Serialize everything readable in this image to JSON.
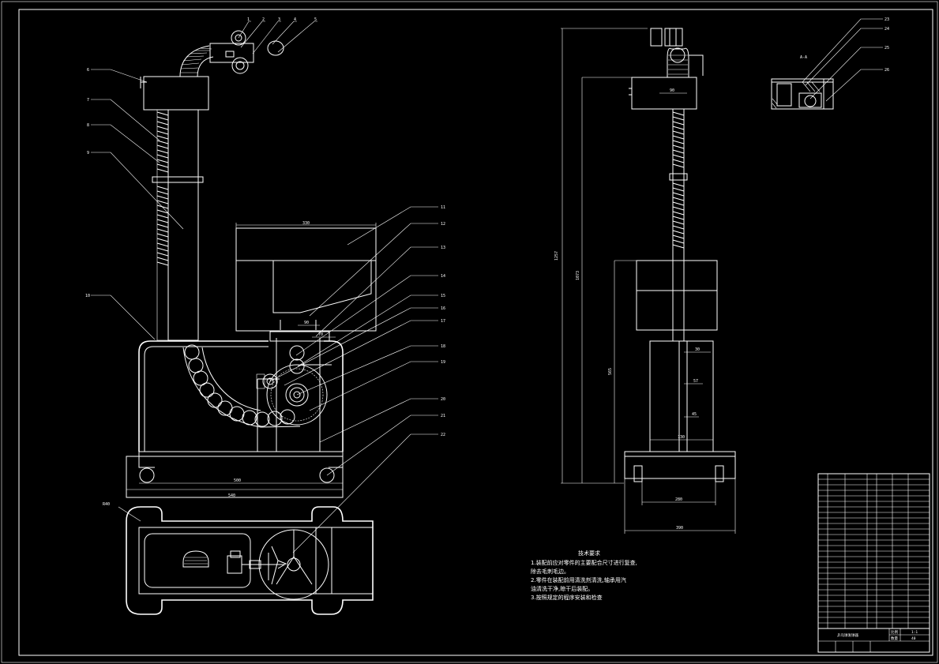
{
  "drawing": {
    "balloons": [
      "1",
      "2",
      "3",
      "4",
      "5",
      "6",
      "7",
      "8",
      "9",
      "10",
      "11",
      "12",
      "13",
      "14",
      "15",
      "16",
      "17",
      "18",
      "19",
      "20",
      "21",
      "22"
    ],
    "side_balloons": [
      "23",
      "24",
      "25",
      "26"
    ],
    "section_label": "A-A",
    "radius_label": "R40",
    "dims_front": [
      "330",
      "90",
      "70",
      "500",
      "540"
    ],
    "dims_side": [
      "1257",
      "1073",
      "565",
      "30",
      "57",
      "45",
      "130",
      "280",
      "390",
      "90"
    ]
  },
  "notes": {
    "heading": "技术要求",
    "lines": [
      "1.装配前应对零件的主要配合尺寸进行复查,",
      "除去毛刺毛边。",
      "2.零件在装配前用清洗剂清洗,轴承用汽",
      "油清洗干净,晾干后装配。",
      "3.按照规定的程序安装和检查"
    ]
  },
  "title_block": {
    "title": "乒乓球发球器",
    "scale_label": "比例",
    "scale_value": "1:1",
    "count_label": "数量",
    "count_value": "40"
  }
}
